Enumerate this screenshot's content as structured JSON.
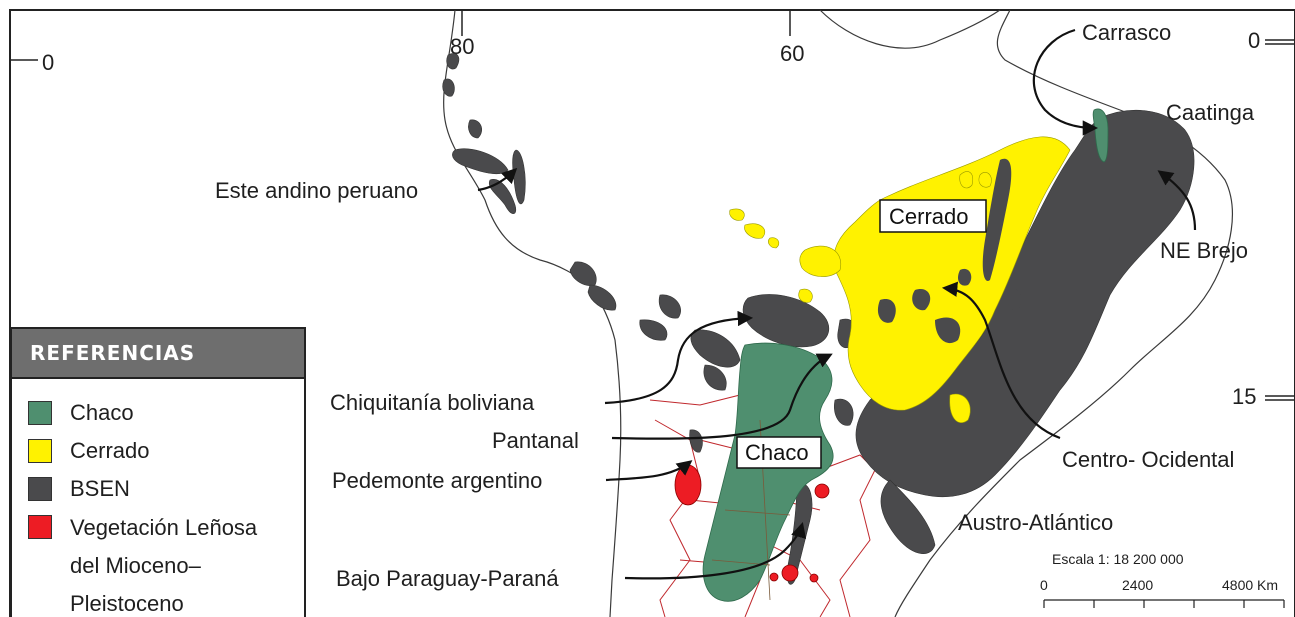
{
  "ticks": {
    "lon_80": "80",
    "lon_60": "60",
    "lat_0_left": "0",
    "lat_0_right": "0",
    "lat_15": "15"
  },
  "labels": {
    "carrasco": "Carrasco",
    "caatinga": "Caatinga",
    "este_andino": "Este andino peruano",
    "cerrado_box": "Cerrado",
    "ne_brejo": "NE Brejo",
    "chiquitania": "Chiquitanía boliviana",
    "pantanal": "Pantanal",
    "chaco_box": "Chaco",
    "pedemonte": "Pedemonte argentino",
    "centro_occidental": "Centro- Ocidental",
    "austro_atlantico": "Austro-Atlántico",
    "bajo_paraguay": "Bajo Paraguay-Paraná"
  },
  "scale": {
    "title": "Escala 1: 18 200 000",
    "tick_0": "0",
    "tick_2400": "2400",
    "tick_4800": "4800 Km"
  },
  "legend": {
    "title": "REFERENCIAS",
    "items": [
      {
        "label": "Chaco",
        "color": "#4f8f6f"
      },
      {
        "label": "Cerrado",
        "color": "#fff200"
      },
      {
        "label": "BSEN",
        "color": "#4a4a4c"
      },
      {
        "label": "Vegetación Leñosa",
        "line2": "del Mioceno–",
        "line3": "Pleistoceno",
        "color": "#ed1c24"
      }
    ]
  },
  "colors": {
    "chaco": "#4f8f6f",
    "cerrado": "#fff200",
    "bsen": "#4a4a4c",
    "woody": "#ed1c24",
    "boundary": "#c0282d",
    "coast": "#3a3a3a"
  }
}
